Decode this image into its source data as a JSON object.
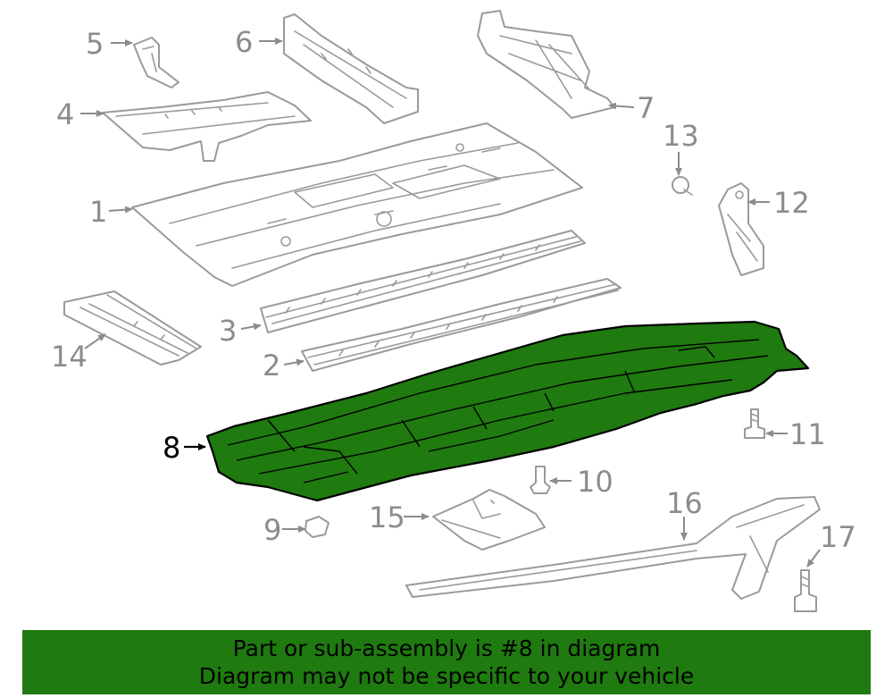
{
  "diagram": {
    "callouts": {
      "p1": "1",
      "p2": "2",
      "p3": "3",
      "p4": "4",
      "p5": "5",
      "p6": "6",
      "p7": "7",
      "p8": "8",
      "p9": "9",
      "p10": "10",
      "p11": "11",
      "p12": "12",
      "p13": "13",
      "p14": "14",
      "p15": "15",
      "p16": "16",
      "p17": "17"
    },
    "highlighted_part": "8",
    "highlight_color": "#1f7a0f",
    "line_color": "#9a9a9a"
  },
  "banner": {
    "line1": "Part or sub-assembly is #8 in diagram",
    "line2": "Diagram may not be specific to your vehicle",
    "background": "#1f7a0f"
  }
}
